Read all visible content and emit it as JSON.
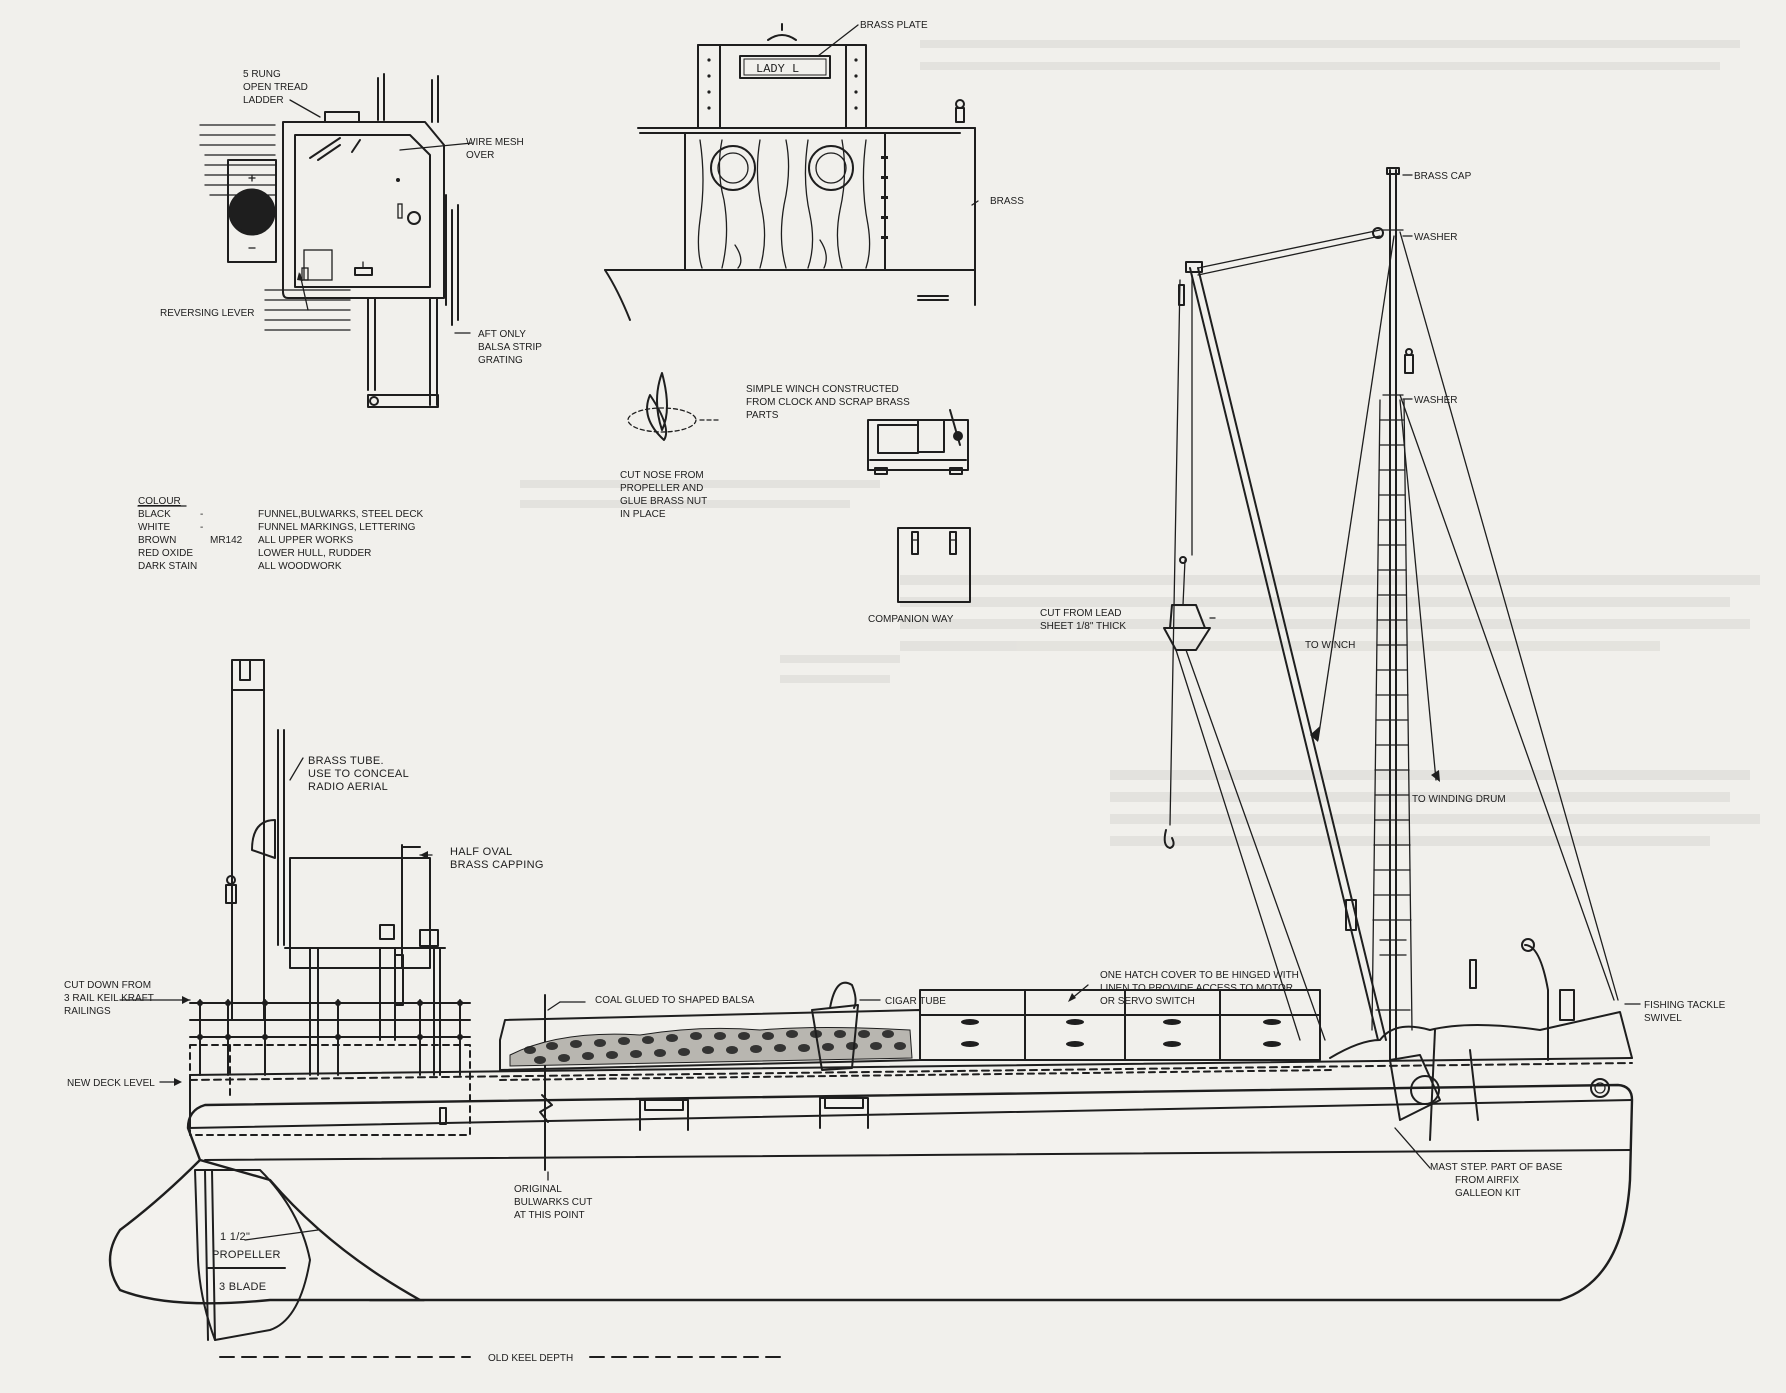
{
  "colour_key": {
    "heading": "COLOUR",
    "rows": [
      {
        "name": "BLACK",
        "sep": "-",
        "use": "FUNNEL,BULWARKS, STEEL DECK"
      },
      {
        "name": "WHITE",
        "sep": "-",
        "use": "FUNNEL MARKINGS, LETTERING"
      },
      {
        "name": "BROWN",
        "sep": "MR142",
        "use": "ALL UPPER WORKS"
      },
      {
        "name": "RED OXIDE",
        "sep": "",
        "use": "LOWER HULL, RUDDER"
      },
      {
        "name": "DARK STAIN",
        "sep": "",
        "use": "ALL WOODWORK"
      }
    ]
  },
  "wheelhouse_plan": {
    "ladder": [
      "5 RUNG",
      "OPEN TREAD",
      "LADDER"
    ],
    "mesh": [
      "WIRE MESH",
      "OVER"
    ],
    "lever": "REVERSING LEVER",
    "grating": [
      "AFT ONLY",
      "BALSA STRIP",
      "GRATING"
    ]
  },
  "cabin_front": {
    "plate_label": "BRASS PLATE",
    "plate_text": "LADY  L",
    "brass": "BRASS"
  },
  "details": {
    "propeller_note": [
      "CUT NOSE FROM",
      "PROPELLER AND",
      "GLUE BRASS NUT",
      "IN PLACE"
    ],
    "winch_note": [
      "SIMPLE WINCH CONSTRUCTED",
      "FROM CLOCK AND SCRAP BRASS",
      "PARTS"
    ],
    "companion": "COMPANION WAY"
  },
  "rigging": {
    "brass_cap": "BRASS CAP",
    "washer_top": "WASHER",
    "washer_mid": "WASHER",
    "lead": [
      "CUT FROM LEAD",
      "SHEET 1/8\" THICK"
    ],
    "to_winch": "TO WINCH",
    "to_drum": "TO WINDING DRUM",
    "fishing": [
      "FISHING TACKLE",
      "SWIVEL"
    ],
    "mast_step": [
      "MAST STEP. PART OF BASE",
      "FROM AIRFIX",
      "GALLEON KIT"
    ]
  },
  "profile": {
    "brass_tube": [
      "BRASS TUBE.",
      "USE TO CONCEAL",
      "RADIO AERIAL"
    ],
    "half_oval": [
      "HALF OVAL",
      "BRASS CAPPING"
    ],
    "railings": [
      "CUT DOWN FROM",
      "3 RAIL KEIL KRAFT",
      "RAILINGS"
    ],
    "deck_level": "NEW DECK LEVEL",
    "coal": "COAL GLUED TO SHAPED BALSA",
    "cigar": "CIGAR TUBE",
    "hatch": [
      "ONE HATCH COVER TO BE HINGED WITH",
      "LINEN TO PROVIDE ACCESS TO MOTOR",
      "OR SERVO SWITCH"
    ],
    "bulwarks": [
      "ORIGINAL",
      "BULWARKS CUT",
      "AT THIS POINT"
    ],
    "propeller_size": "1 1/2\"",
    "propeller": "PROPELLER",
    "blades": "3 BLADE",
    "keel": "OLD KEEL DEPTH"
  }
}
